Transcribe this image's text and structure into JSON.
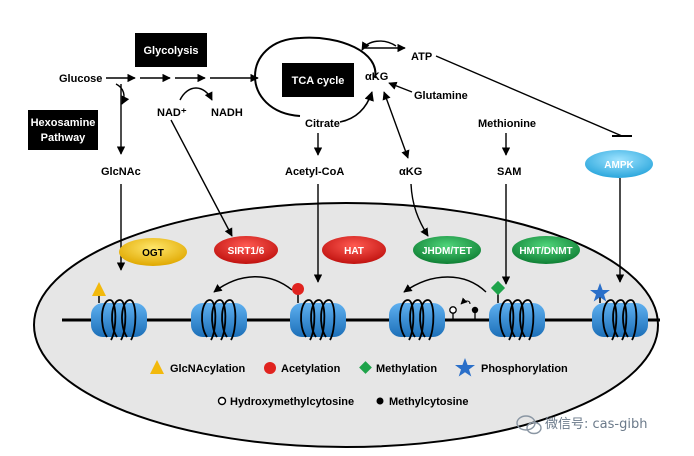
{
  "diagram": {
    "boxes": {
      "glycolysis": "Glycolysis",
      "tca_cycle": "TCA cycle",
      "hexosamine_line1": "Hexosamine",
      "hexosamine_line2": "Pathway"
    },
    "metabolites": {
      "glucose": "Glucose",
      "nad": "NAD⁺",
      "nadh": "NADH",
      "citrate": "Citrate",
      "akg_tca": "αKG",
      "atp": "ATP",
      "glutamine": "Glutamine",
      "glcnac": "GlcNAc",
      "acetyl_coa": "Acetyl-CoA",
      "akg": "αKG",
      "methionine": "Methionine",
      "sam": "SAM"
    },
    "enzymes": [
      {
        "label": "OGT",
        "color": "#f2c400"
      },
      {
        "label": "SIRT1/6",
        "color": "#e0231f"
      },
      {
        "label": "HAT",
        "color": "#e0231f"
      },
      {
        "label": "JHDM/TET",
        "color": "#1ea34a"
      },
      {
        "label": "HMT/DNMT",
        "color": "#1ea34a"
      },
      {
        "label": "AMPK",
        "color": "#4fc3ee"
      }
    ],
    "legend": {
      "glcnacylation": "GlcNAcylation",
      "acetylation": "Acetylation",
      "methylation": "Methylation",
      "phosphorylation": "Phosphorylation",
      "hydroxymethylcytosine": "Hydroxymethylcytosine",
      "methylcytosine": "Methylcytosine"
    },
    "colors": {
      "nucleus": "#e6e6e6",
      "nucleosome": "#2f8fd6",
      "glcnac_mark": "#f2b90c",
      "acetyl_mark": "#e0231f",
      "methyl_mark": "#1ea34a",
      "phospho_mark": "#2a6fc9"
    },
    "watermark": "微信号: cas-gibh"
  }
}
